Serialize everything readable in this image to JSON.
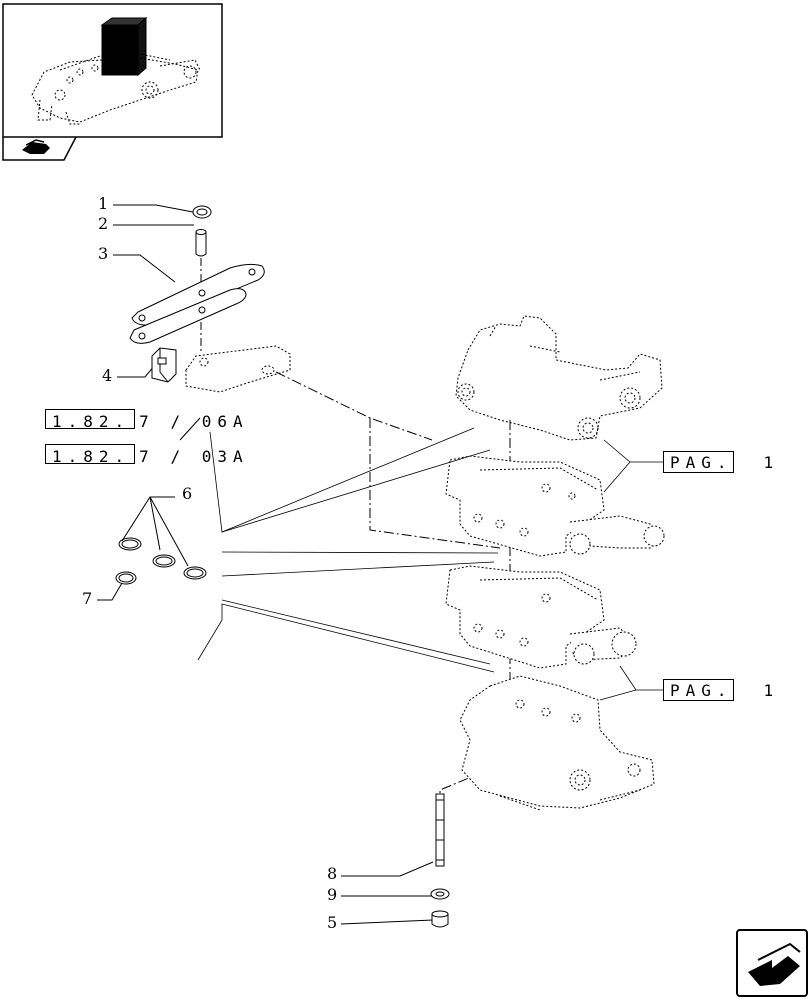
{
  "callouts": [
    {
      "id": "c1",
      "label": "1"
    },
    {
      "id": "c2",
      "label": "2"
    },
    {
      "id": "c3",
      "label": "3"
    },
    {
      "id": "c4",
      "label": "4"
    },
    {
      "id": "c6",
      "label": "6"
    },
    {
      "id": "c7",
      "label": "7"
    },
    {
      "id": "c8",
      "label": "8"
    },
    {
      "id": "c9",
      "label": "9"
    },
    {
      "id": "c5",
      "label": "5"
    }
  ],
  "references": [
    {
      "boxed": "1.82.",
      "tail": "7 / 06A"
    },
    {
      "boxed": "1.82.",
      "tail": "7 / 03A"
    }
  ],
  "page_refs": [
    {
      "label": "PAG.",
      "number": "1"
    },
    {
      "label": "PAG.",
      "number": "1"
    }
  ],
  "icons": {
    "thumbnail": "tractor-hydraulic-lift-thumbnail",
    "nav_tab": "book-arrow-icon",
    "nav_button": "next-page-arrow-icon"
  }
}
